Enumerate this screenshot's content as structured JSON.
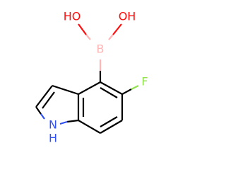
{
  "molecule": {
    "atoms": [
      {
        "id": "O_left",
        "label": "HO",
        "color": "#ff0d0d"
      },
      {
        "id": "O_right",
        "label": "OH",
        "color": "#ff0d0d"
      },
      {
        "id": "B",
        "label": "B",
        "color": "#ffb5b5"
      },
      {
        "id": "F",
        "label": "F",
        "color": "#90e050"
      },
      {
        "id": "N",
        "label": "N",
        "color": "#3050f8"
      },
      {
        "id": "H_on_N",
        "label": "H",
        "color": "#3050f8"
      }
    ]
  }
}
